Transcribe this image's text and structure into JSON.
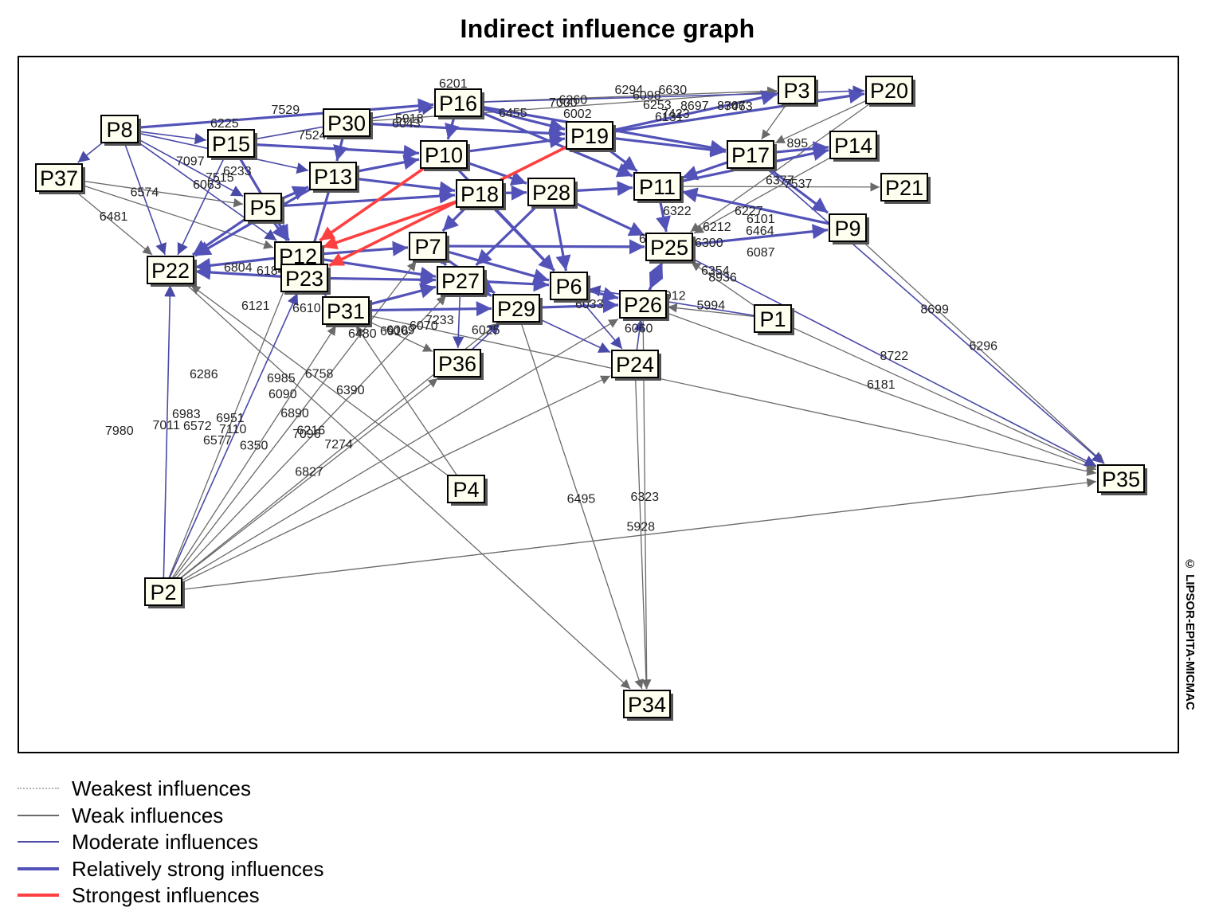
{
  "title": "Indirect influence graph",
  "copyright": "© LIPSOR-EPITA-MICMAC",
  "colors": {
    "weakest": "#b0b0b0",
    "weak": "#6a6a6a",
    "moderate": "#4a4aa8",
    "relatively_strong": "#5252b8",
    "strongest": "#ff4040",
    "node_fill": "#fffff0"
  },
  "legend": [
    {
      "label": "Weakest influences",
      "style": "weakest"
    },
    {
      "label": "Weak influences",
      "style": "weak"
    },
    {
      "label": "Moderate influences",
      "style": "moderate"
    },
    {
      "label": "Relatively strong influences",
      "style": "relatively_strong"
    },
    {
      "label": "Strongest influences",
      "style": "strongest"
    }
  ],
  "nodes": [
    "P1",
    "P2",
    "P3",
    "P4",
    "P5",
    "P6",
    "P7",
    "P8",
    "P9",
    "P10",
    "P11",
    "P12",
    "P13",
    "P14",
    "P15",
    "P16",
    "P17",
    "P18",
    "P19",
    "P20",
    "P21",
    "P22",
    "P23",
    "P24",
    "P25",
    "P26",
    "P27",
    "P28",
    "P29",
    "P30",
    "P31",
    "P34",
    "P35",
    "P36",
    "P37"
  ],
  "edges": [
    {
      "from": "P2",
      "to": "P22",
      "style": "moderate",
      "label": "7011"
    },
    {
      "from": "P2",
      "to": "P35",
      "style": "weak",
      "label": ""
    },
    {
      "from": "P2",
      "to": "P23",
      "style": "moderate",
      "label": "7110"
    },
    {
      "from": "P2",
      "to": "P31",
      "style": "weak",
      "label": "6350"
    },
    {
      "from": "P2",
      "to": "P36",
      "style": "weak",
      "label": "6827"
    },
    {
      "from": "P2",
      "to": "P29",
      "style": "weak",
      "label": "7274"
    },
    {
      "from": "P2",
      "to": "P12",
      "style": "weak",
      "label": "6951"
    },
    {
      "from": "P2",
      "to": "P27",
      "style": "weak",
      "label": "6216"
    },
    {
      "from": "P2",
      "to": "P7",
      "style": "weak",
      "label": "6890"
    },
    {
      "from": "P2",
      "to": "P26",
      "style": "weak",
      "label": ""
    },
    {
      "from": "P2",
      "to": "P24",
      "style": "weak",
      "label": ""
    },
    {
      "from": "P4",
      "to": "P22",
      "style": "weak",
      "label": "6758"
    },
    {
      "from": "P4",
      "to": "P31",
      "style": "weak",
      "label": ""
    },
    {
      "from": "P29",
      "to": "P34",
      "style": "weak",
      "label": "6495"
    },
    {
      "from": "P24",
      "to": "P34",
      "style": "weak",
      "label": "5928"
    },
    {
      "from": "P26",
      "to": "P34",
      "style": "weak",
      "label": "6323"
    },
    {
      "from": "P9",
      "to": "P35",
      "style": "weak",
      "label": "6296"
    },
    {
      "from": "P17",
      "to": "P35",
      "style": "moderate",
      "label": "8699"
    },
    {
      "from": "P26",
      "to": "P35",
      "style": "weak",
      "label": "6181"
    },
    {
      "from": "P31",
      "to": "P35",
      "style": "weak",
      "label": ""
    },
    {
      "from": "P1",
      "to": "P35",
      "style": "weak",
      "label": ""
    },
    {
      "from": "P25",
      "to": "P35",
      "style": "moderate",
      "label": "8722"
    },
    {
      "from": "P8",
      "to": "P22",
      "style": "moderate",
      "label": "6574"
    },
    {
      "from": "P8",
      "to": "P37",
      "style": "moderate",
      "label": ""
    },
    {
      "from": "P8",
      "to": "P16",
      "style": "relatively_strong",
      "label": "7529"
    },
    {
      "from": "P8",
      "to": "P5",
      "style": "moderate",
      "label": "7097"
    },
    {
      "from": "P8",
      "to": "P12",
      "style": "moderate",
      "label": "6063"
    },
    {
      "from": "P37",
      "to": "P22",
      "style": "weak",
      "label": "6481"
    },
    {
      "from": "P37",
      "to": "P12",
      "style": "weak",
      "label": ""
    },
    {
      "from": "P15",
      "to": "P22",
      "style": "moderate",
      "label": ""
    },
    {
      "from": "P30",
      "to": "P3",
      "style": "weak",
      "label": "6260"
    },
    {
      "from": "P16",
      "to": "P3",
      "style": "weak",
      "label": "6294"
    },
    {
      "from": "P16",
      "to": "P20",
      "style": "moderate",
      "label": "6630"
    },
    {
      "from": "P19",
      "to": "P20",
      "style": "relatively_strong",
      "label": "7463"
    },
    {
      "from": "P19",
      "to": "P3",
      "style": "relatively_strong",
      "label": "8697"
    },
    {
      "from": "P11",
      "to": "P14",
      "style": "relatively_strong",
      "label": "6205"
    },
    {
      "from": "P17",
      "to": "P14",
      "style": "relatively_strong",
      "label": "895"
    },
    {
      "from": "P11",
      "to": "P21",
      "style": "weak",
      "label": "6377"
    },
    {
      "from": "P17",
      "to": "P9",
      "style": "relatively_strong",
      "label": "7537"
    },
    {
      "from": "P25",
      "to": "P9",
      "style": "relatively_strong",
      "label": "6464"
    },
    {
      "from": "P1",
      "to": "P26",
      "style": "weak",
      "label": "5994"
    },
    {
      "from": "P1",
      "to": "P6",
      "style": "moderate",
      "label": "6912"
    },
    {
      "from": "P1",
      "to": "P25",
      "style": "weak",
      "label": "8936"
    },
    {
      "from": "P24",
      "to": "P26",
      "style": "moderate",
      "label": "6060"
    },
    {
      "from": "P36",
      "to": "P29",
      "style": "moderate",
      "label": "6025"
    },
    {
      "from": "P31",
      "to": "P36",
      "style": "weak",
      "label": "6009"
    },
    {
      "from": "P23",
      "to": "P22",
      "style": "relatively_strong",
      "label": "6804"
    },
    {
      "from": "P12",
      "to": "P22",
      "style": "relatively_strong",
      "label": ""
    },
    {
      "from": "P13",
      "to": "P22",
      "style": "relatively_strong",
      "label": ""
    },
    {
      "from": "P5",
      "to": "P22",
      "style": "relatively_strong",
      "label": ""
    },
    {
      "from": "P22",
      "to": "P34",
      "style": "weak",
      "label": ""
    },
    {
      "from": "P18",
      "to": "P12",
      "style": "strongest",
      "label": ""
    },
    {
      "from": "P19",
      "to": "P23",
      "style": "strongest",
      "label": ""
    },
    {
      "from": "P10",
      "to": "P12",
      "style": "strongest",
      "label": ""
    },
    {
      "from": "P10",
      "to": "P6",
      "style": "relatively_strong",
      "label": ""
    },
    {
      "from": "P28",
      "to": "P27",
      "style": "relatively_strong",
      "label": ""
    },
    {
      "from": "P28",
      "to": "P11",
      "style": "relatively_strong",
      "label": ""
    },
    {
      "from": "P18",
      "to": "P7",
      "style": "relatively_strong",
      "label": ""
    },
    {
      "from": "P13",
      "to": "P18",
      "style": "relatively_strong",
      "label": ""
    },
    {
      "from": "P15",
      "to": "P10",
      "style": "relatively_strong",
      "label": ""
    },
    {
      "from": "P30",
      "to": "P19",
      "style": "relatively_strong",
      "label": ""
    },
    {
      "from": "P16",
      "to": "P19",
      "style": "relatively_strong",
      "label": ""
    },
    {
      "from": "P19",
      "to": "P17",
      "style": "relatively_strong",
      "label": ""
    },
    {
      "from": "P6",
      "to": "P26",
      "style": "relatively_strong",
      "label": ""
    },
    {
      "from": "P25",
      "to": "P26",
      "style": "relatively_strong",
      "label": ""
    },
    {
      "from": "P7",
      "to": "P29",
      "style": "relatively_strong",
      "label": ""
    },
    {
      "from": "P27",
      "to": "P36",
      "style": "moderate",
      "label": ""
    },
    {
      "from": "P31",
      "to": "P27",
      "style": "relatively_strong",
      "label": ""
    },
    {
      "from": "P23",
      "to": "P31",
      "style": "relatively_strong",
      "label": ""
    },
    {
      "from": "P5",
      "to": "P13",
      "style": "relatively_strong",
      "label": ""
    },
    {
      "from": "P11",
      "to": "P25",
      "style": "relatively_strong",
      "label": ""
    },
    {
      "from": "P17",
      "to": "P11",
      "style": "relatively_strong",
      "label": ""
    },
    {
      "from": "P28",
      "to": "P6",
      "style": "relatively_strong",
      "label": ""
    },
    {
      "from": "P18",
      "to": "P28",
      "style": "relatively_strong",
      "label": ""
    },
    {
      "from": "P7",
      "to": "P6",
      "style": "relatively_strong",
      "label": ""
    },
    {
      "from": "P29",
      "to": "P24",
      "style": "moderate",
      "label": ""
    },
    {
      "from": "P6",
      "to": "P24",
      "style": "moderate",
      "label": ""
    },
    {
      "from": "P12",
      "to": "P7",
      "style": "relatively_strong",
      "label": ""
    },
    {
      "from": "P30",
      "to": "P13",
      "style": "relatively_strong",
      "label": ""
    },
    {
      "from": "P16",
      "to": "P10",
      "style": "relatively_strong",
      "label": ""
    },
    {
      "from": "P10",
      "to": "P19",
      "style": "relatively_strong",
      "label": ""
    },
    {
      "from": "P19",
      "to": "P11",
      "style": "relatively_strong",
      "label": ""
    },
    {
      "from": "P26",
      "to": "P25",
      "style": "relatively_strong",
      "label": ""
    },
    {
      "from": "P9",
      "to": "P11",
      "style": "relatively_strong",
      "label": ""
    },
    {
      "from": "P3",
      "to": "P17",
      "style": "weak",
      "label": ""
    },
    {
      "from": "P20",
      "to": "P17",
      "style": "weak",
      "label": ""
    },
    {
      "from": "P20",
      "to": "P25",
      "style": "weak",
      "label": ""
    },
    {
      "from": "P14",
      "to": "P25",
      "style": "weak",
      "label": ""
    },
    {
      "from": "P37",
      "to": "P5",
      "style": "weak",
      "label": ""
    },
    {
      "from": "P15",
      "to": "P12",
      "style": "relatively_strong",
      "label": ""
    },
    {
      "from": "P8",
      "to": "P15",
      "style": "moderate",
      "label": ""
    },
    {
      "from": "P8",
      "to": "P13",
      "style": "moderate",
      "label": ""
    },
    {
      "from": "P30",
      "to": "P16",
      "style": "moderate",
      "label": ""
    },
    {
      "from": "P15",
      "to": "P16",
      "style": "moderate",
      "label": ""
    },
    {
      "from": "P27",
      "to": "P29",
      "style": "relatively_strong",
      "label": ""
    },
    {
      "from": "P29",
      "to": "P26",
      "style": "relatively_strong",
      "label": ""
    },
    {
      "from": "P23",
      "to": "P27",
      "style": "relatively_strong",
      "label": ""
    },
    {
      "from": "P12",
      "to": "P27",
      "style": "relatively_strong",
      "label": ""
    },
    {
      "from": "P7",
      "to": "P25",
      "style": "relatively_strong",
      "label": ""
    },
    {
      "from": "P10",
      "to": "P28",
      "style": "relatively_strong",
      "label": ""
    },
    {
      "from": "P13",
      "to": "P10",
      "style": "relatively_strong",
      "label": ""
    },
    {
      "from": "P5",
      "to": "P18",
      "style": "relatively_strong",
      "label": ""
    },
    {
      "from": "P5",
      "to": "P12",
      "style": "relatively_strong",
      "label": ""
    },
    {
      "from": "P13",
      "to": "P23",
      "style": "relatively_strong",
      "label": ""
    },
    {
      "from": "P16",
      "to": "P17",
      "style": "relatively_strong",
      "label": ""
    },
    {
      "from": "P16",
      "to": "P11",
      "style": "relatively_strong",
      "label": ""
    },
    {
      "from": "P28",
      "to": "P25",
      "style": "relatively_strong",
      "label": ""
    },
    {
      "from": "P18",
      "to": "P6",
      "style": "relatively_strong",
      "label": ""
    },
    {
      "from": "P7",
      "to": "P27",
      "style": "relatively_strong",
      "label": ""
    },
    {
      "from": "P31",
      "to": "P29",
      "style": "relatively_strong",
      "label": ""
    },
    {
      "from": "P27",
      "to": "P6",
      "style": "relatively_strong",
      "label": ""
    }
  ],
  "extra_labels": [
    "6201",
    "6455",
    "7000",
    "6098",
    "6253",
    "7423",
    "8307",
    "6225",
    "7524",
    "5918",
    "6043",
    "6233",
    "7515",
    "6083",
    "6184",
    "6121",
    "6610",
    "6480",
    "6916",
    "6070",
    "7233",
    "6033",
    "6002",
    "6354",
    "6087",
    "6101",
    "6131",
    "6099",
    "6322",
    "6212",
    "6227",
    "6300",
    "7096",
    "6390",
    "6985",
    "6286",
    "6983",
    "6572",
    "6577",
    "7980",
    "6090"
  ]
}
